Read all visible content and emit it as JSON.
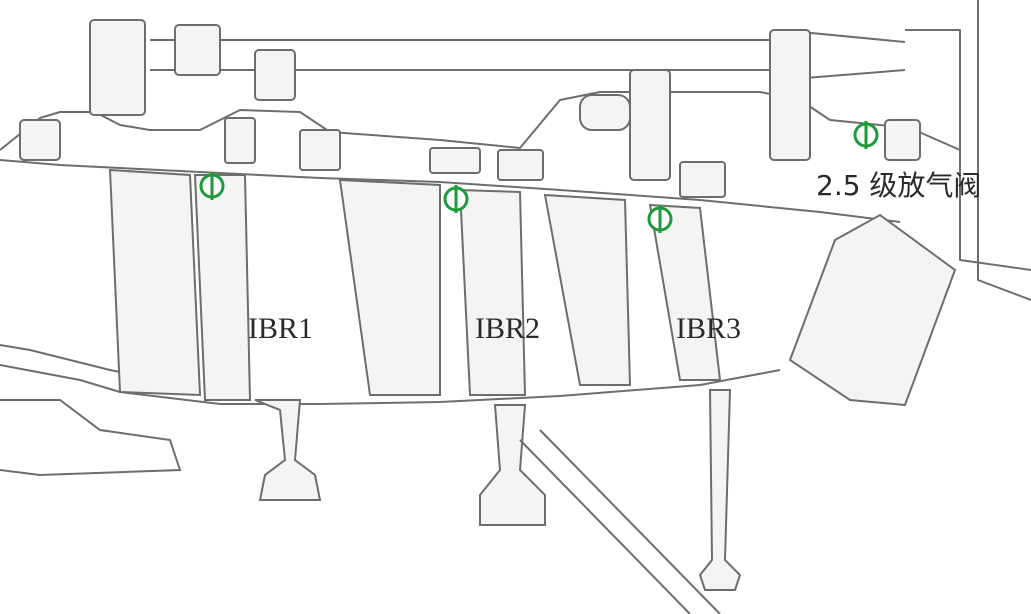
{
  "labels": {
    "ibr1": "IBR1",
    "ibr2": "IBR2",
    "ibr3": "IBR3",
    "bleed_valve": "2.5 级放气阀"
  },
  "colors": {
    "line": "#6b6f6b",
    "fill": "#f4f5f3",
    "mark": "#1e9a3a"
  },
  "marker_symbol": "phi-circle",
  "marker_count": 4
}
